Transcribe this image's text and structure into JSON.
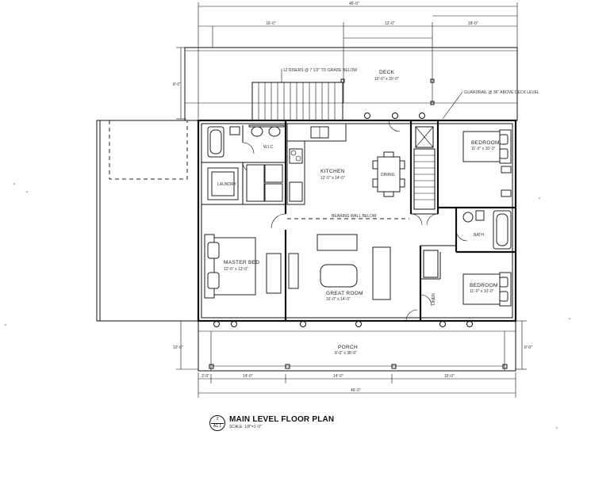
{
  "plan_title": "MAIN LEVEL FLOOR PLAN",
  "plan_scale": "SCALE: 1/8\"=1'-0\"",
  "detail_bubble": {
    "number": "2",
    "sheet": "A1.1"
  },
  "rooms": {
    "deck": {
      "name": "DECK",
      "size": "10'-0\" x 20'-0\""
    },
    "porch": {
      "name": "PORCH",
      "size": "8'-0\" x 38'-0\""
    },
    "kitchen": {
      "name": "KITCHEN",
      "size": "12'-0\" x 14'-0\""
    },
    "dining": {
      "name": "DINING"
    },
    "great_room": {
      "name": "GREAT ROOM",
      "size": "16'-0\" x 14'-0\""
    },
    "master_bed": {
      "name": "MASTER BED",
      "size": "12'-0\" x 13'-0\""
    },
    "laundry": {
      "name": "LAUNDRY"
    },
    "wic": {
      "name": "W.I.C."
    },
    "bedroom_1": {
      "name": "BEDROOM",
      "size": "11'-0\" x 10'-0\""
    },
    "bedroom_2": {
      "name": "BEDROOM",
      "size": "11'-0\" x 10'-0\""
    },
    "bath": {
      "name": "BATH"
    },
    "linen": {
      "name": "LINEN"
    },
    "stair_note": "12 RISERS @ 7 1/2\" TO GRADE BELOW",
    "railing_note": "GUARDRAIL @ 36\" ABOVE DECK LEVEL",
    "beam_note": "BEARING WALL BELOW"
  },
  "dims": {
    "overall_top": "46'-0\"",
    "top_a": "16'-0\"",
    "top_b": "12'-0\"",
    "top_c": "18'-0\"",
    "overall_bottom": "46'-0\"",
    "bot_a": "3'-0\"",
    "bot_b": "14'-0\"",
    "bot_c": "14'-0\"",
    "bot_d": "15'-0\"",
    "left_a": "8'-0\"",
    "left_b": "10'-0\"",
    "right_a": "8'-0\""
  }
}
